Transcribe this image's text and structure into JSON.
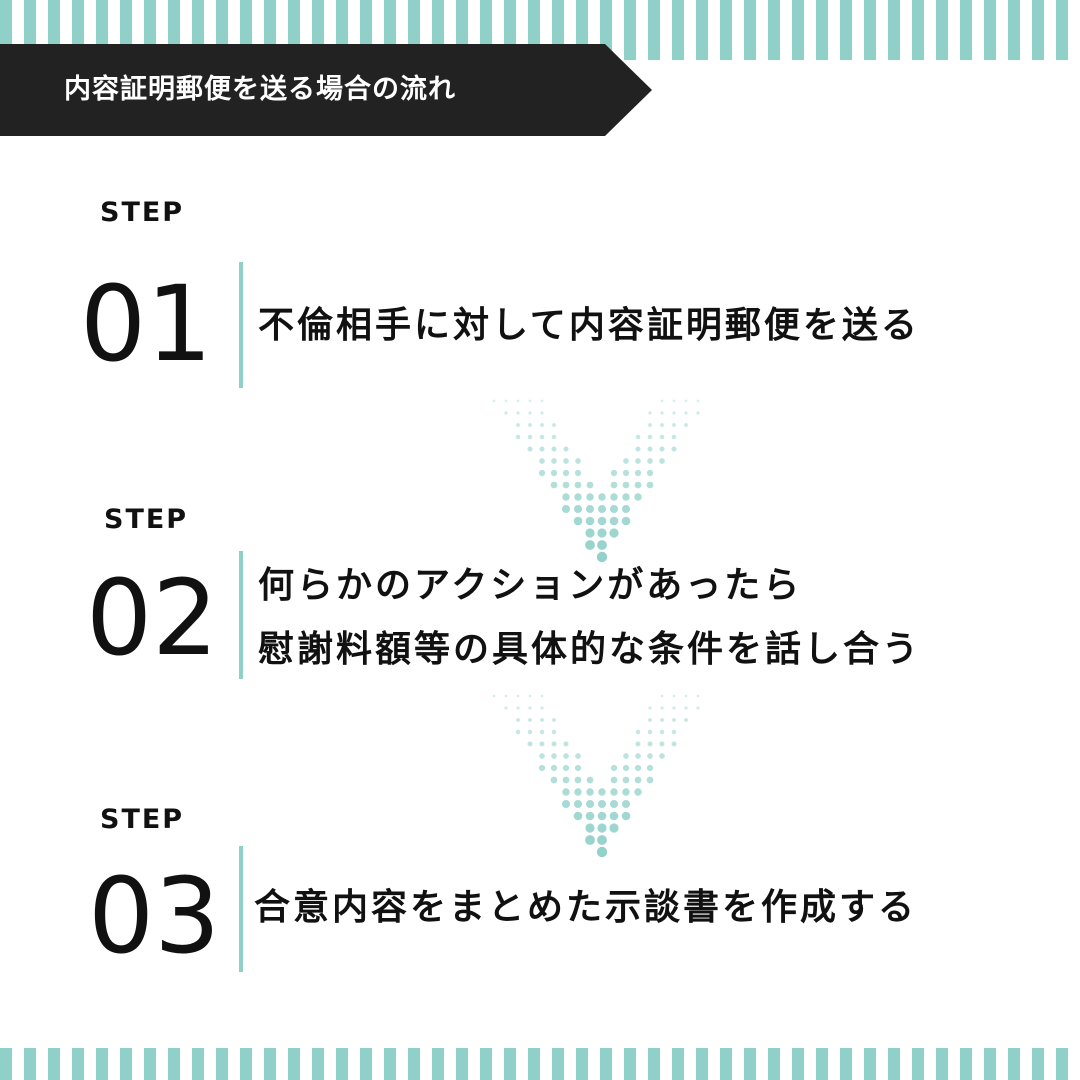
{
  "banner": {
    "title": "内容証明郵便を送る場合の流れ"
  },
  "steps": [
    {
      "label": "STEP",
      "number": "01",
      "lines": [
        "不倫相手に対して内容証明郵便を送る"
      ]
    },
    {
      "label": "STEP",
      "number": "02",
      "lines": [
        "何らかのアクションがあったら",
        "慰謝料額等の具体的な条件を話し合う"
      ]
    },
    {
      "label": "STEP",
      "number": "03",
      "lines": [
        "合意内容をまとめた示談書を作成する"
      ]
    }
  ],
  "colors": {
    "accent": "#8fd0c8",
    "banner_bg": "#222222",
    "text": "#111111",
    "background": "#ffffff"
  },
  "icons": [
    "dotted-chevron-down-icon",
    "dotted-chevron-down-icon"
  ]
}
